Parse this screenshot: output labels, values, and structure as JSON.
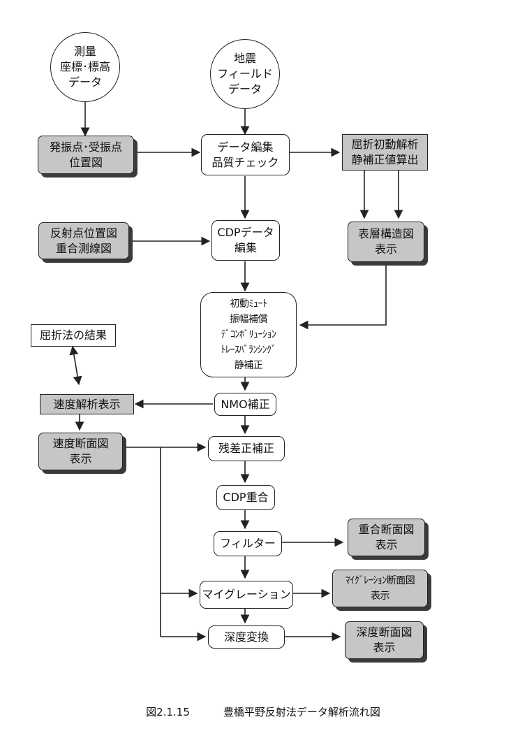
{
  "nodes": {
    "survey": [
      "測量",
      "座標･標高",
      "データ"
    ],
    "seismic": [
      "地震",
      "フィールド",
      "データ"
    ],
    "shot_receiver_map": [
      "発振点･受振点",
      "位置図"
    ],
    "edit_qc": [
      "データ編集",
      "品質チェック"
    ],
    "refraction_static": [
      "屈折初動解析",
      "静補正値算出"
    ],
    "reflection_map": [
      "反射点位置図",
      "重合測線図"
    ],
    "cdp_edit": [
      "CDPデータ",
      "編集"
    ],
    "surface_structure": [
      "表層構造図",
      "表示"
    ],
    "processing": [
      "初動ﾐｭｰﾄ",
      "振幅補償",
      "ﾃﾞｺﾝﾎﾞﾘｭｰｼｮﾝ",
      "ﾄﾚｰｽﾊﾞﾗﾝｼﾝｸﾞ",
      "静補正"
    ],
    "refraction_result": [
      "屈折法の結果"
    ],
    "velocity_analysis": [
      "速度解析表示"
    ],
    "nmo": [
      "NMO補正"
    ],
    "velocity_section": [
      "速度断面図",
      "表示"
    ],
    "residual": [
      "残差正補正"
    ],
    "cdp_stack": [
      "CDP重合"
    ],
    "stack_section": [
      "重合断面図",
      "表示"
    ],
    "filter": [
      "フィルター"
    ],
    "migration": [
      "マイグレーション"
    ],
    "migration_section": [
      "ﾏｲｸﾞﾚｰｼｮﾝ断面図",
      "表示"
    ],
    "depth": [
      "深度変換"
    ],
    "depth_section": [
      "深度断面図",
      "表示"
    ]
  },
  "caption": {
    "number": "図2.1.15",
    "title": "豊橋平野反射法データ解析流れ図"
  },
  "colors": {
    "line": "#222222",
    "shaded_fill": "#c6c6c6",
    "shadow": "#3a3a3a"
  }
}
